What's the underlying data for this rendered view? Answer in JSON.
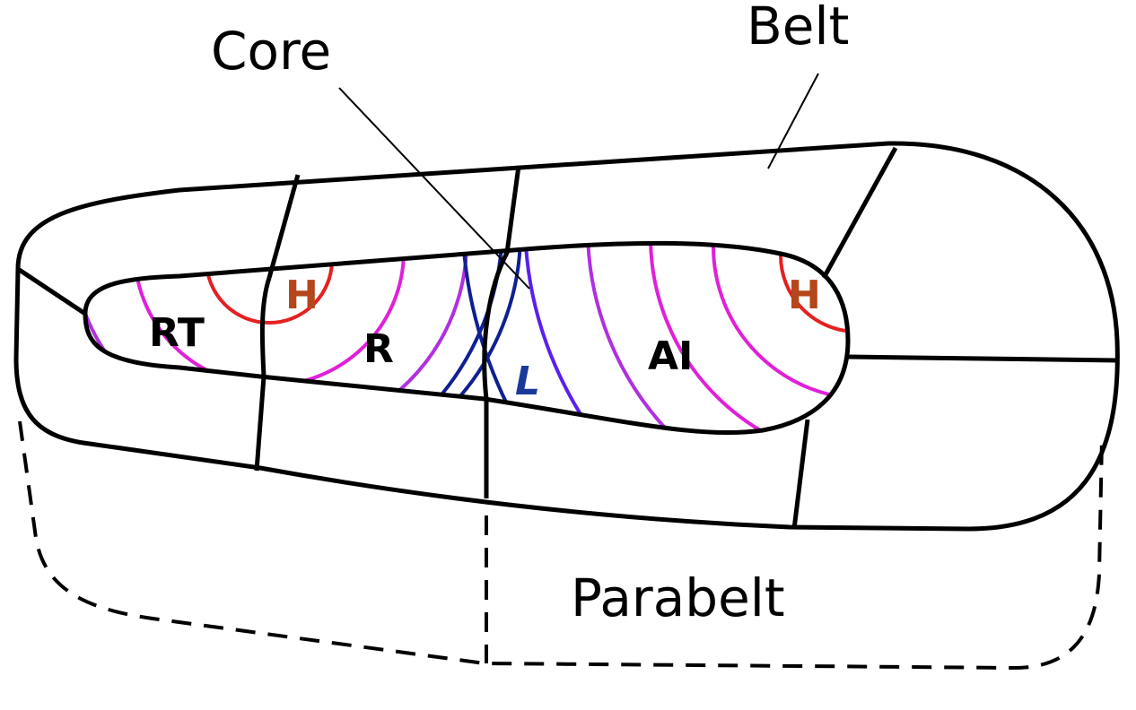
{
  "labels": {
    "core": "Core",
    "belt": "Belt",
    "parabelt": "Parabelt",
    "rt": "RT",
    "r": "R",
    "ai": "AI",
    "high_left": "H",
    "high_right": "H",
    "low": "L"
  },
  "colors": {
    "outline": "#000000",
    "high_label": "#b5451b",
    "low_label": "#1a3a9a",
    "gradient": [
      "#e52020",
      "#e020d8",
      "#b030e0",
      "#7a2af0",
      "#5a20f0",
      "#102090"
    ]
  }
}
